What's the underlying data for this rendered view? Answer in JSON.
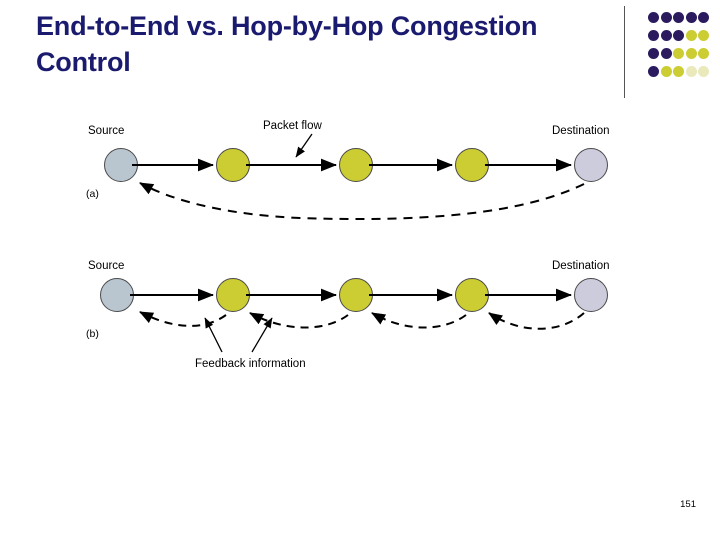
{
  "slide": {
    "title": "End-to-End vs. Hop-by-Hop Congestion Control",
    "page_number": "151",
    "colors": {
      "title": "#1a1a6e",
      "router_fill": "#cccc33",
      "endpoint_source_fill": "#b9c6d0",
      "endpoint_dest_fill": "#ccccdd",
      "dot_dark": "#2b1b5e",
      "dot_light": "#cccc33",
      "line": "#000000"
    }
  },
  "dotgrid": {
    "rows": 4,
    "cols": 5,
    "pattern": [
      [
        "dark",
        "dark",
        "dark",
        "dark",
        "dark"
      ],
      [
        "dark",
        "dark",
        "dark",
        "light",
        "light"
      ],
      [
        "dark",
        "dark",
        "light",
        "light",
        "light"
      ],
      [
        "dark",
        "light",
        "light",
        "pale",
        "pale"
      ]
    ]
  },
  "diagram_a": {
    "tag": "(a)",
    "source_label": "Source",
    "destination_label": "Destination",
    "flow_label": "Packet flow",
    "nodes": [
      {
        "name": "source",
        "type": "endpoint"
      },
      {
        "name": "router-1",
        "type": "router"
      },
      {
        "name": "router-2",
        "type": "router"
      },
      {
        "name": "router-3",
        "type": "router"
      },
      {
        "name": "destination",
        "type": "endpoint"
      }
    ],
    "feedback_style": "end-to-end single dashed curve destination to source"
  },
  "diagram_b": {
    "tag": "(b)",
    "source_label": "Source",
    "destination_label": "Destination",
    "feedback_label": "Feedback information",
    "nodes": [
      {
        "name": "source",
        "type": "endpoint"
      },
      {
        "name": "router-1",
        "type": "router"
      },
      {
        "name": "router-2",
        "type": "router"
      },
      {
        "name": "router-3",
        "type": "router"
      },
      {
        "name": "destination",
        "type": "endpoint"
      }
    ],
    "feedback_style": "hop-by-hop dashed curves between each adjacent pair"
  }
}
